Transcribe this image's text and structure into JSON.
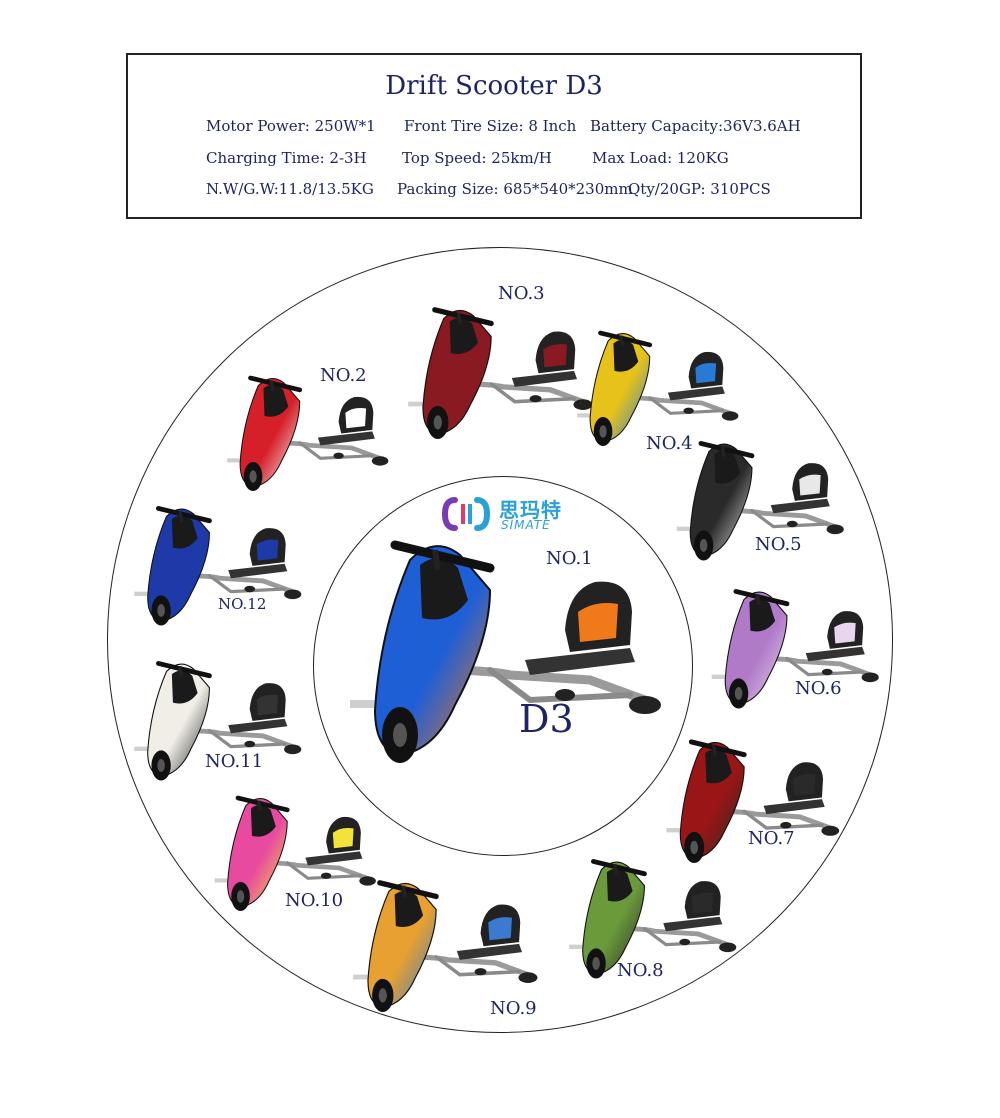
{
  "title": "Drift Scooter D3",
  "specs": {
    "motor_power": "Motor Power: 250W*1",
    "front_tire": "Front Tire Size: 8 Inch",
    "battery": "Battery Capacity:36V3.6AH",
    "charging": "Charging Time: 2-3H",
    "top_speed": "Top Speed: 25km/H",
    "max_load": "Max Load: 120KG",
    "weight": "N.W/G.W:11.8/13.5KG",
    "packing": "Packing Size: 685*540*230mm",
    "qty": "Qty/20GP: 310PCS"
  },
  "logo": {
    "cn": "思玛特",
    "en": "SIMATE"
  },
  "center_label": "D3",
  "models": [
    {
      "label": "NO.1",
      "colors": [
        "#1f5fd6",
        "#f07a1a"
      ]
    },
    {
      "label": "NO.2",
      "colors": [
        "#d5202a",
        "#ffffff"
      ]
    },
    {
      "label": "NO.3",
      "colors": [
        "#8a1a22",
        "#8a1a22"
      ]
    },
    {
      "label": "NO.4",
      "colors": [
        "#e6c21a",
        "#2a7ad5"
      ]
    },
    {
      "label": "NO.5",
      "colors": [
        "#2a2a2a",
        "#e8e8e8"
      ]
    },
    {
      "label": "NO.6",
      "colors": [
        "#b07ac8",
        "#e8d5ee"
      ]
    },
    {
      "label": "NO.7",
      "colors": [
        "#9a1515",
        "#2a2a2a"
      ]
    },
    {
      "label": "NO.8",
      "colors": [
        "#6a9a3a",
        "#2a2a2a"
      ]
    },
    {
      "label": "NO.9",
      "colors": [
        "#e8a030",
        "#3a7ad0"
      ]
    },
    {
      "label": "NO.10",
      "colors": [
        "#e84aa0",
        "#f2e23a"
      ]
    },
    {
      "label": "NO.11",
      "colors": [
        "#f0eee6",
        "#1a1a1a"
      ]
    },
    {
      "label": "NO.12",
      "colors": [
        "#1e3aa8",
        "#1e3aa8"
      ]
    }
  ]
}
